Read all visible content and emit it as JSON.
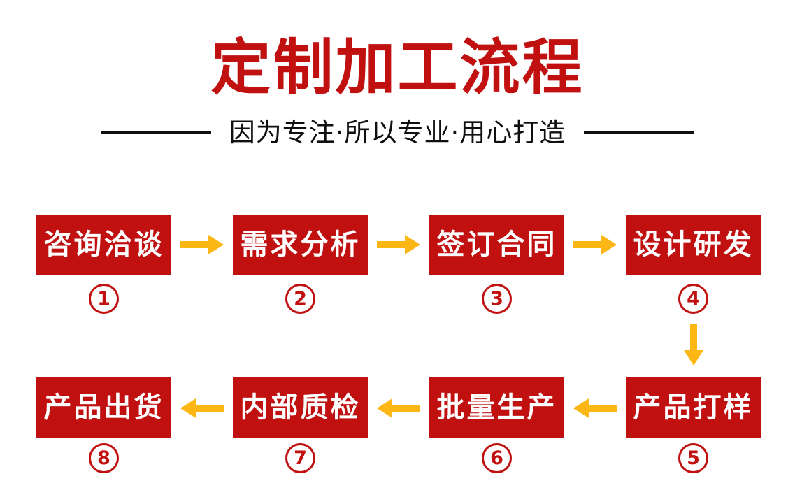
{
  "page": {
    "title": "定制加工流程",
    "subtitle": "因为专注·所以专业·用心打造"
  },
  "colors": {
    "accent_red": "#c11010",
    "arrow_yellow": "#fdb714",
    "subtitle_black": "#0f0f0f",
    "box_text_white": "#ffffff",
    "background": "#ffffff"
  },
  "flow": {
    "steps": [
      {
        "number": "1",
        "label": "咨询洽谈"
      },
      {
        "number": "2",
        "label": "需求分析"
      },
      {
        "number": "3",
        "label": "签订合同"
      },
      {
        "number": "4",
        "label": "设计研发"
      },
      {
        "number": "5",
        "label": "产品打样"
      },
      {
        "number": "6",
        "label": "批量生产"
      },
      {
        "number": "7",
        "label": "内部质检"
      },
      {
        "number": "8",
        "label": "产品出货"
      }
    ],
    "icons": {
      "right_arrow": "arrow-right-icon",
      "left_arrow": "arrow-left-icon",
      "down_arrow": "arrow-down-icon"
    }
  }
}
